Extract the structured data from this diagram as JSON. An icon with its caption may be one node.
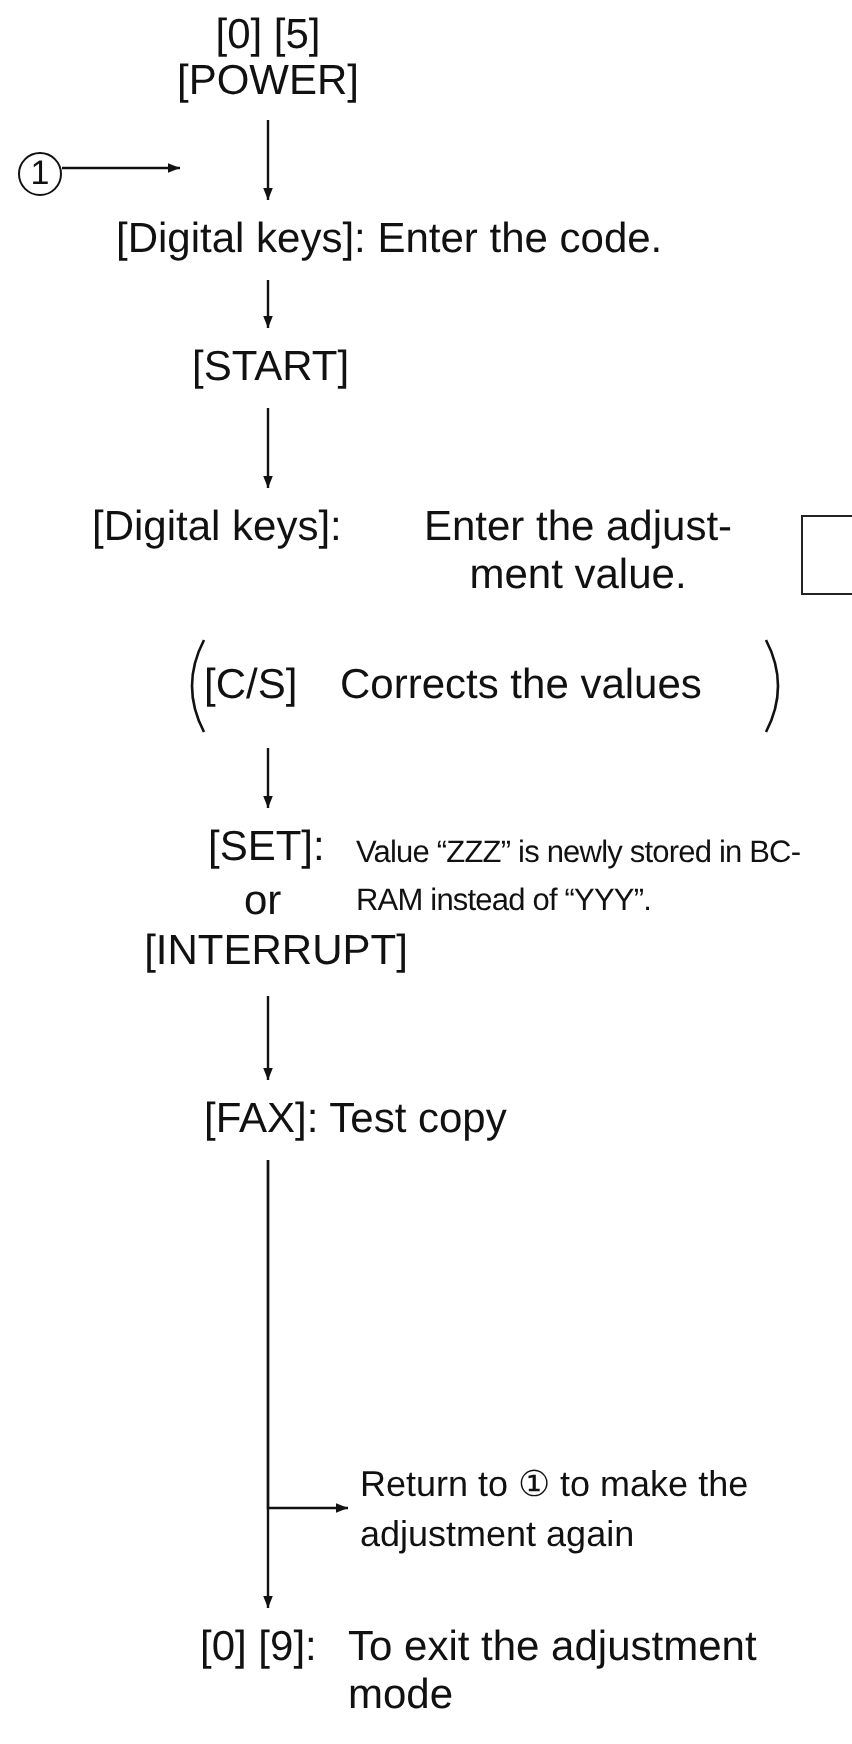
{
  "diagram": {
    "nodes": [
      {
        "text": [
          "[0] [5]",
          "[POWER]"
        ]
      },
      {
        "text": [
          "1"
        ]
      },
      {
        "text": [
          "[Digital keys]: Enter the code."
        ]
      },
      {
        "text": [
          "[START]"
        ]
      },
      {
        "text": [
          "[Digital keys]:",
          "Enter the adjust- ment value."
        ]
      },
      {
        "text": [
          "[C/S]",
          "Corrects the values"
        ]
      },
      {
        "text": [
          "[SET]:",
          "or",
          "[INTERRUPT]"
        ],
        "beside": [
          "Value “ZZZ” is newly stored in BC-RAM instead of “YYY”."
        ]
      },
      {
        "text": [
          "[FAX]: Test copy"
        ]
      },
      {
        "text": [
          "Return to ① to make the adjustment again"
        ]
      },
      {
        "text": [
          "[0] [9]:",
          "To exit the adjustment mode"
        ]
      }
    ],
    "edges": [
      {
        "from": 0,
        "to": 2,
        "arrow": "to"
      },
      {
        "from": 1,
        "to": 2,
        "arrow": "to"
      },
      {
        "from": 2,
        "to": 3,
        "arrow": "to"
      },
      {
        "from": 3,
        "to": 4,
        "arrow": "to"
      },
      {
        "from": 5,
        "to": 6,
        "arrow": "to"
      },
      {
        "from": 6,
        "to": 7,
        "arrow": "to"
      },
      {
        "from": 7,
        "to": 8,
        "arrow": "to"
      },
      {
        "from": 7,
        "to": 9,
        "arrow": "to"
      }
    ]
  }
}
